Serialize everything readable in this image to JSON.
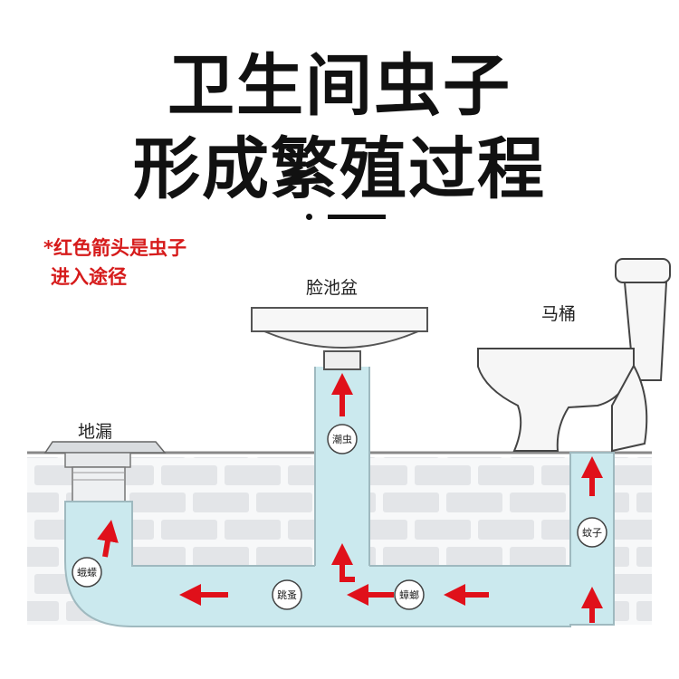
{
  "title": {
    "line1": "卫生间虫子",
    "line2": "形成繁殖过程"
  },
  "note": {
    "line1": "*红色箭头是虫子",
    "line2": "进入途径"
  },
  "labels": {
    "floor_drain": "地漏",
    "sink": "脸池盆",
    "toilet": "马桶"
  },
  "bugs": {
    "drain_fly": "蛾蠓",
    "springtail": "跳蚤",
    "cockroach": "蟑螂",
    "sink_bug": "潮虫",
    "mosquito": "蚊子"
  },
  "colors": {
    "arrow": "#e0101a",
    "pipe": "#cbe9ee",
    "pipe_edge": "#9fb9bf",
    "brick": "#e5e7ea",
    "wall_bg": "#f6f7f8"
  }
}
